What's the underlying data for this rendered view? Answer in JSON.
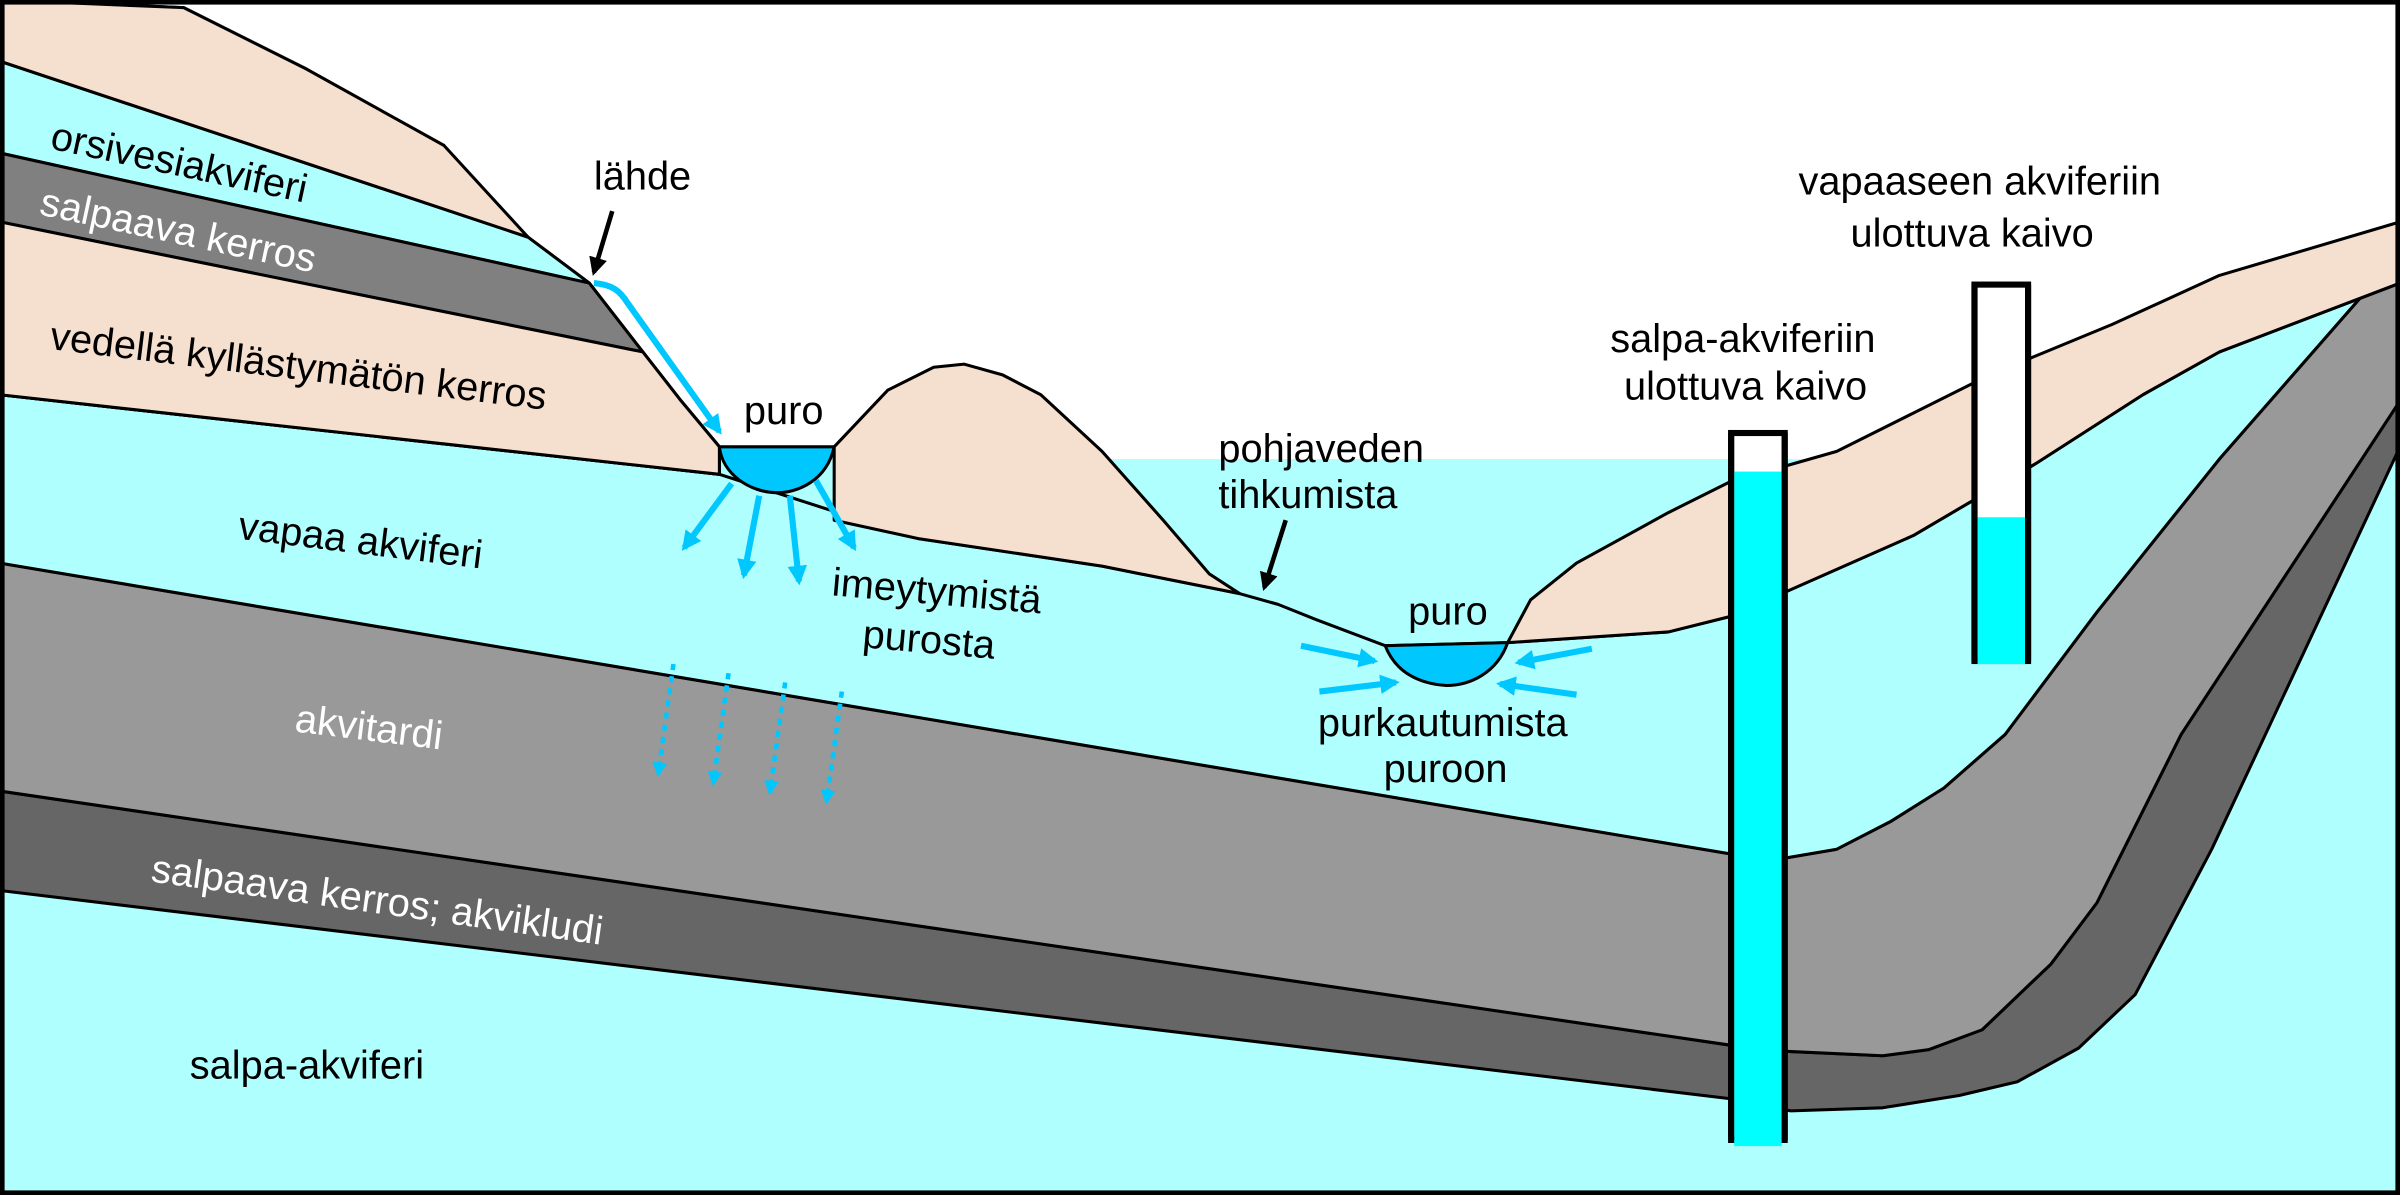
{
  "colors": {
    "sky": "#ffffff",
    "unsaturated": "#f5e0cf",
    "aquifer": "#b0ffff",
    "aquitard": "#999999",
    "confining": "#666666",
    "confining_upper": "#808080",
    "stream_water": "#00c8ff",
    "flow_arrow": "#00c8ff",
    "well_water": "#00ffff",
    "frame": "#000000"
  },
  "labels": {
    "perched_aquifer": "orsivesiakviferi",
    "confining_layer_upper": "salpaava kerros",
    "unsaturated_zone": "vedellä kyllästymätön kerros",
    "unconfined_aquifer": "vapaa akviferi",
    "aquitard": "akvitardi",
    "aquiclude": "salpaava kerros; akvikludi",
    "confined_aquifer": "salpa-akviferi",
    "spring": "lähde",
    "stream_left": "puro",
    "stream_right": "puro",
    "infiltration_line1": "imeytymistä",
    "infiltration_line2": "purosta",
    "seepage_line1": "pohjaveden",
    "seepage_line2": "tihkumista",
    "discharge_line1": "purkautumista",
    "discharge_line2": "puroon",
    "confined_well_line1": "salpa-akviferiin",
    "confined_well_line2": "ulottuva kaivo",
    "unconfined_well_line1": "vapaaseen akviferiin",
    "unconfined_well_line2": "ulottuva kaivo"
  },
  "wells": {
    "confined_well_fill_fraction": 0.95,
    "unconfined_well_fill_fraction": 0.39
  }
}
